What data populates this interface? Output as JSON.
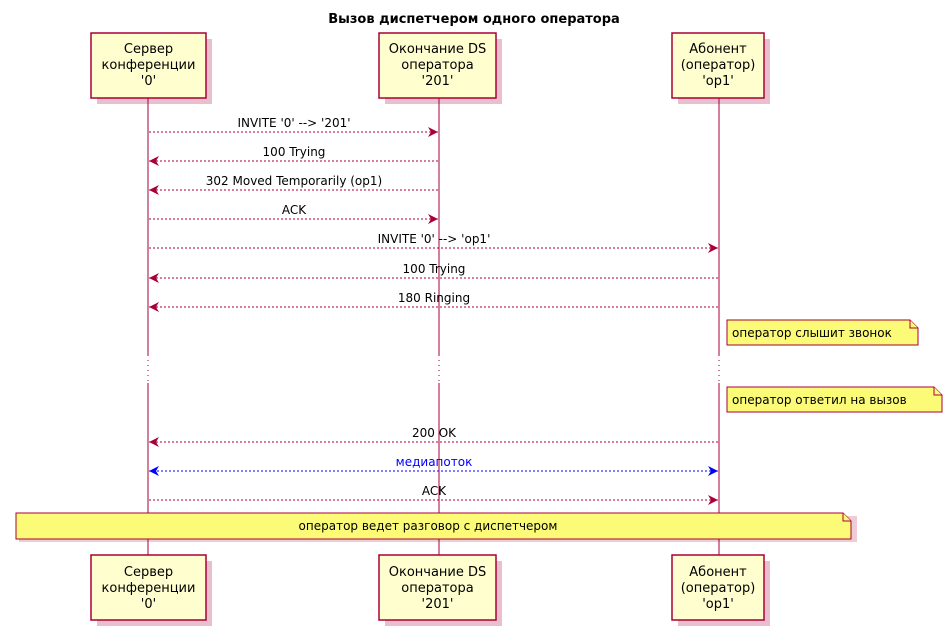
{
  "title": "Вызов диспетчером одного оператора",
  "participants": [
    {
      "id": "server",
      "lines": [
        "Сервер",
        "конференции",
        "'0'"
      ]
    },
    {
      "id": "ds",
      "lines": [
        "Окончание DS",
        "оператора",
        "'201'"
      ]
    },
    {
      "id": "subscriber",
      "lines": [
        "Абонент",
        "(оператор)",
        "'op1'"
      ]
    }
  ],
  "messages": [
    {
      "from": "server",
      "to": "ds",
      "label": "INVITE '0' --> '201'",
      "color": "#A80036",
      "bidirectional": false
    },
    {
      "from": "ds",
      "to": "server",
      "label": "100 Trying",
      "color": "#A80036",
      "bidirectional": false
    },
    {
      "from": "ds",
      "to": "server",
      "label": "302 Moved Temporarily (op1)",
      "color": "#A80036",
      "bidirectional": false
    },
    {
      "from": "server",
      "to": "ds",
      "label": "ACK",
      "color": "#A80036",
      "bidirectional": false
    },
    {
      "from": "server",
      "to": "subscriber",
      "label": "INVITE '0' --> 'op1'",
      "color": "#A80036",
      "bidirectional": false
    },
    {
      "from": "subscriber",
      "to": "server",
      "label": "100 Trying",
      "color": "#A80036",
      "bidirectional": false
    },
    {
      "from": "subscriber",
      "to": "server",
      "label": "180 Ringing",
      "color": "#A80036",
      "bidirectional": false
    },
    {
      "from": "subscriber",
      "to": "server",
      "label": "200 OK",
      "color": "#A80036",
      "bidirectional": false
    },
    {
      "from": "server",
      "to": "subscriber",
      "label": "медиапоток",
      "color": "#0000FF",
      "bidirectional": true
    },
    {
      "from": "server",
      "to": "subscriber",
      "label": "ACK",
      "color": "#A80036",
      "bidirectional": false
    }
  ],
  "notes": [
    {
      "text": "оператор слышит звонок",
      "over": "subscriber"
    },
    {
      "text": "оператор ответил на вызов",
      "over": "subscriber"
    },
    {
      "text": "оператор ведет разговор с диспетчером",
      "over": "all"
    }
  ],
  "colors": {
    "participant_fill": "#FEFECE",
    "participant_border": "#A80036",
    "lifeline": "#A80036",
    "note_fill": "#FBFB77",
    "note_border": "#A80036",
    "message": "#A80036",
    "media": "#0000FF"
  }
}
